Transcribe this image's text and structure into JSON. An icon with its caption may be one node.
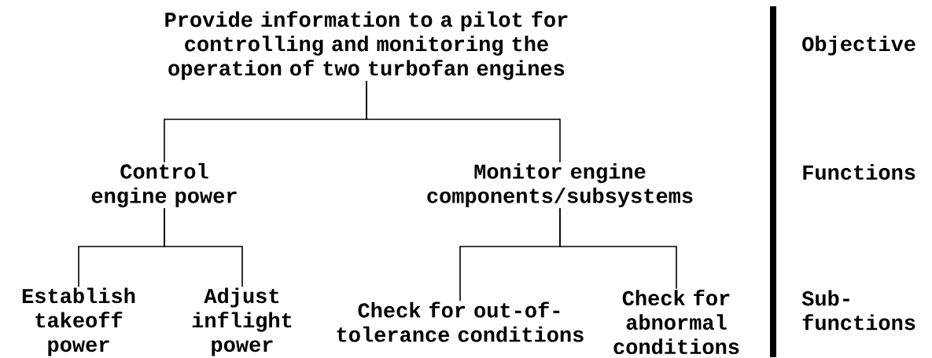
{
  "diagram": {
    "nodes": [
      {
        "text": [
          "Provide information to a pilot for controlling and monitoring the operation of two turbofan engines"
        ]
      },
      {
        "text": [
          "Control engine power"
        ]
      },
      {
        "text": [
          "Monitor engine components/subsystems"
        ]
      },
      {
        "text": [
          "Establish takeoff power"
        ]
      },
      {
        "text": [
          "Adjust inflight power"
        ]
      },
      {
        "text": [
          "Check for out-of-tolerance conditions"
        ]
      },
      {
        "text": [
          "Check for abnormal conditions"
        ]
      }
    ],
    "edges": [
      {
        "from": 0,
        "to": 1,
        "arrow": "none"
      },
      {
        "from": 0,
        "to": 2,
        "arrow": "none"
      },
      {
        "from": 1,
        "to": 3,
        "arrow": "none"
      },
      {
        "from": 1,
        "to": 4,
        "arrow": "none"
      },
      {
        "from": 2,
        "to": 5,
        "arrow": "none"
      },
      {
        "from": 2,
        "to": 6,
        "arrow": "none"
      }
    ],
    "labels": [
      "Objective",
      "Functions",
      "Sub- functions"
    ]
  }
}
